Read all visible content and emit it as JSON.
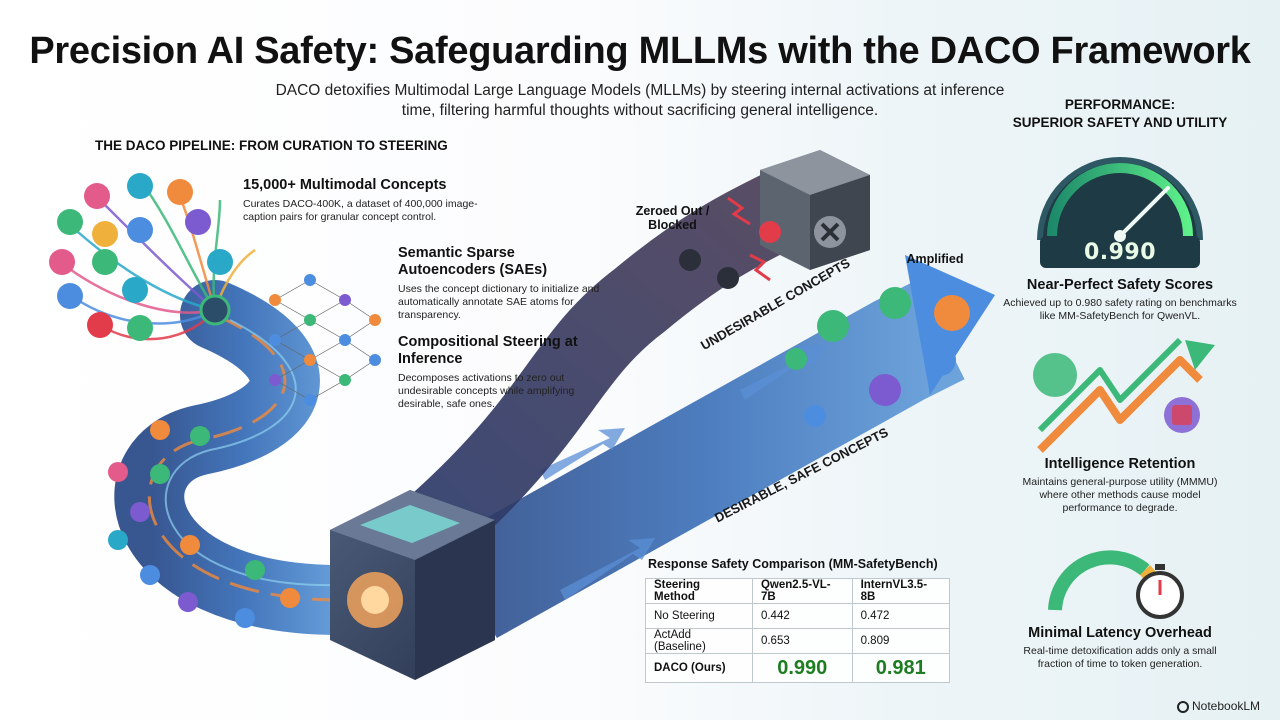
{
  "title": "Precision AI Safety: Safeguarding MLLMs with the DACO Framework",
  "subtitle": "DACO detoxifies Multimodal Large Language Models (MLLMs) by steering internal activations at inference time, filtering harmful thoughts without sacrificing general intelligence.",
  "pipeline": {
    "heading": "THE DACO PIPELINE: FROM CURATION TO STEERING",
    "steps": [
      {
        "title": "15,000+ Multimodal Concepts",
        "desc": "Curates DACO-400K, a dataset of 400,000 image-caption pairs for granular concept control."
      },
      {
        "title": "Semantic Sparse Autoencoders (SAEs)",
        "desc": "Uses the concept dictionary to initialize and automatically annotate SAE atoms for transparency."
      },
      {
        "title": "Compositional Steering at Inference",
        "desc": "Decomposes activations to zero out undesirable concepts while amplifying desirable, safe ones."
      }
    ]
  },
  "flow_labels": {
    "blocked": "Zeroed Out / Blocked",
    "undesirable": "UNDESIRABLE CONCEPTS",
    "amplified": "Amplified",
    "desirable": "DESIRABLE, SAFE CONCEPTS"
  },
  "performance": {
    "heading_line1": "PERFORMANCE:",
    "heading_line2": "SUPERIOR SAFETY AND UTILITY",
    "gauge_value": "0.990",
    "items": [
      {
        "title": "Near-Perfect Safety Scores",
        "desc": "Achieved up to 0.980 safety rating on benchmarks like MM-SafetyBench for QwenVL."
      },
      {
        "title": "Intelligence Retention",
        "desc": "Maintains general-purpose utility (MMMU) where other methods cause model performance to degrade."
      },
      {
        "title": "Minimal Latency Overhead",
        "desc": "Real-time detoxification adds only a small fraction of time to token generation."
      }
    ]
  },
  "table": {
    "title": "Response Safety Comparison (MM-SafetyBench)",
    "headers": [
      "Steering Method",
      "Qwen2.5-VL-7B",
      "InternVL3.5-8B"
    ],
    "rows": [
      [
        "No Steering",
        "0.442",
        "0.472"
      ],
      [
        "ActAdd (Baseline)",
        "0.653",
        "0.809"
      ],
      [
        "DACO (Ours)",
        "0.990",
        "0.981"
      ]
    ]
  },
  "branding": "NotebookLM",
  "colors": {
    "undesirable_stream": "#3b3550",
    "desirable_stream": "#3a6fb8",
    "safe_green": "#1e7d22",
    "gauge_green": "#3ddc84",
    "accent_orange": "#f08a3c"
  }
}
